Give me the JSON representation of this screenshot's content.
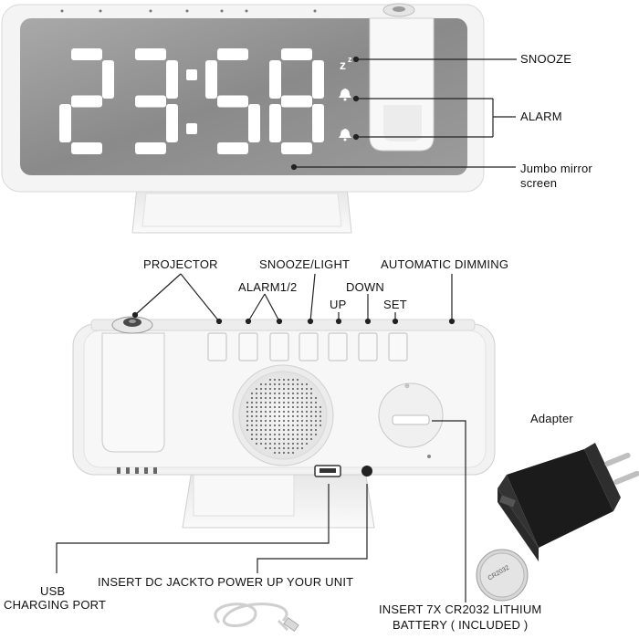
{
  "clock": {
    "time_display": "23:58",
    "digits": [
      "2",
      "3",
      "5",
      "8"
    ],
    "indicators": [
      "z z",
      "bell",
      "bell"
    ]
  },
  "top_labels": {
    "snooze": "SNOOZE",
    "alarm": "ALARM",
    "mirror_line1": "Jumbo mirror",
    "mirror_line2": "screen"
  },
  "back_labels": {
    "projector": "PROJECTOR",
    "alarm12": "ALARM1/2",
    "snooze_light": "SNOOZE/LIGHT",
    "up": "UP",
    "down": "DOWN",
    "set": "SET",
    "auto_dimming": "AUTOMATIC DIMMING"
  },
  "bottom_labels": {
    "adapter": "Adapter",
    "usb_line1": "USB",
    "usb_line2": "CHARGING PORT",
    "dc_jack": "INSERT DC JACKTO POWER UP YOUR UNIT",
    "battery_line1": "INSERT 7X CR2032 LITHIUM",
    "battery_line2": "BATTERY ( INCLUDED )"
  },
  "coin_battery_text": "CR2032",
  "colors": {
    "mirror": "#8f8f8f",
    "body": "#f2f2f2",
    "adapter": "#1a1a1a"
  }
}
